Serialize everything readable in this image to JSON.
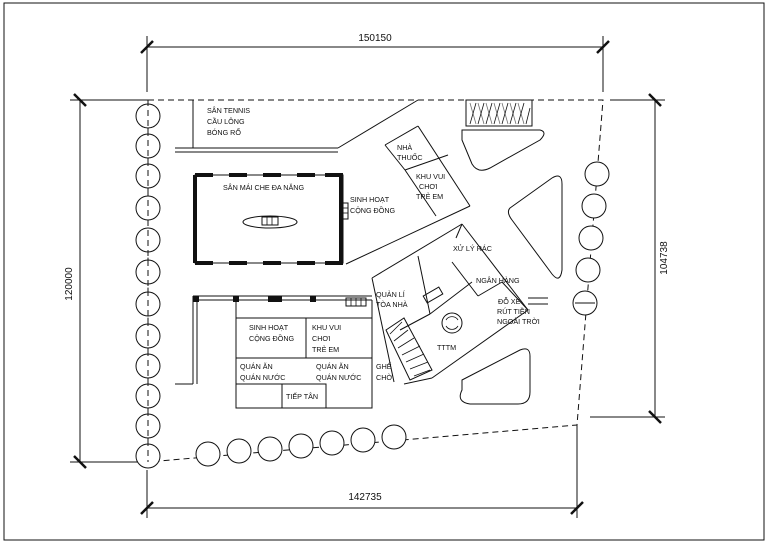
{
  "dimensions": {
    "top": "150150",
    "bottom": "142735",
    "left": "120000",
    "right": "104738"
  },
  "labels": {
    "tennis_1": "SÂN TENNIS",
    "tennis_2": "CẦU LÔNG",
    "tennis_3": "BÓNG RỔ",
    "pharmacy_1": "NHÀ",
    "pharmacy_2": "THUỐC",
    "kids_top_1": "KHU VUI",
    "kids_top_2": "CHƠI",
    "kids_top_3": "TRẺ EM",
    "covered_court": "SÂN MÁI CHE ĐA NĂNG",
    "community_right_1": "SINH HOẠT",
    "community_right_2": "CỘNG ĐỒNG",
    "waste": "XỬ LÝ RÁC",
    "bank": "NGÂN HÀNG",
    "building_mgmt_1": "QUẢN LÍ",
    "building_mgmt_2": "TÒA NHÀ",
    "parking_1": "ĐỖ XE",
    "parking_2": "RÚT TIỀN",
    "parking_3": "NGOÀI TRỜI",
    "tttm": "TTTM",
    "community_low_1": "SINH HOẠT",
    "community_low_2": "CỘNG ĐỒNG",
    "kids_low_1": "KHU VUI",
    "kids_low_2": "CHƠI",
    "kids_low_3": "TRẺ EM",
    "food_left_1": "QUÁN ĂN",
    "food_left_2": "QUÁN NƯỚC",
    "food_right_1": "QUÁN ĂN",
    "food_right_2": "QUÁN NƯỚC",
    "seats_1": "GHẾ",
    "seats_2": "CHỜ",
    "reception": "TIẾP TÂN"
  }
}
